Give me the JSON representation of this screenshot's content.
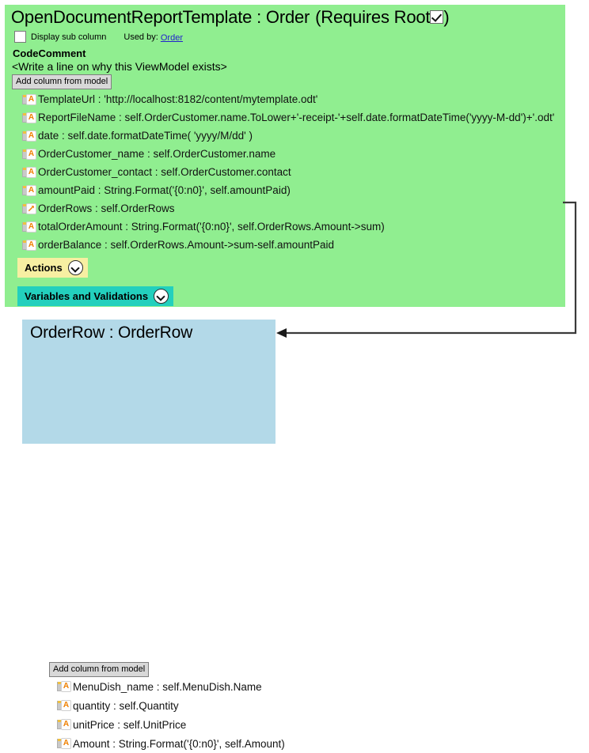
{
  "viewmodel": {
    "title_main": "OpenDocumentReportTemplate : Order",
    "title_requires_root": "(Requires Root",
    "title_close_paren": ")",
    "requires_root_checked": true,
    "display_sub_column_label": "Display sub column",
    "display_sub_column_checked": false,
    "used_by_label": "Used by:",
    "used_by_link": "Order",
    "code_comment_label": "CodeComment",
    "code_comment_text": "<Write a line on why this ViewModel exists>",
    "add_column_button": "Add column from model",
    "background_color": "#90ee90",
    "columns": [
      {
        "icon": "text-column-icon",
        "text": "TemplateUrl : 'http://localhost:8182/content/mytemplate.odt'"
      },
      {
        "icon": "text-column-icon",
        "text": "ReportFileName : self.OrderCustomer.name.ToLower+'-receipt-'+self.date.formatDateTime('yyyy-M-dd')+'.odt'"
      },
      {
        "icon": "text-column-icon",
        "text": "date : self.date.formatDateTime( 'yyyy/M/dd' )"
      },
      {
        "icon": "text-column-icon",
        "text": "OrderCustomer_name : self.OrderCustomer.name"
      },
      {
        "icon": "text-column-icon",
        "text": "OrderCustomer_contact : self.OrderCustomer.contact"
      },
      {
        "icon": "text-column-icon",
        "text": "amountPaid : String.Format('{0:n0}', self.amountPaid)"
      },
      {
        "icon": "reference-column-icon",
        "text": "OrderRows : self.OrderRows"
      },
      {
        "icon": "text-column-icon",
        "text": "totalOrderAmount : String.Format('{0:n0}', self.OrderRows.Amount->sum)"
      },
      {
        "icon": "text-column-icon",
        "text": "orderBalance : self.OrderRows.Amount->sum-self.amountPaid"
      }
    ],
    "chips": [
      {
        "label": "Actions",
        "color": "#f7efa2"
      },
      {
        "label": "Variables and Validations",
        "color": "#23d0bd"
      }
    ]
  },
  "subviewmodel": {
    "title": "OrderRow : OrderRow",
    "add_column_button": "Add column from model",
    "background_color": "#b3d9e8",
    "columns": [
      {
        "icon": "text-column-icon",
        "text": "MenuDish_name : self.MenuDish.Name"
      },
      {
        "icon": "text-column-icon",
        "text": "quantity : self.Quantity"
      },
      {
        "icon": "text-column-icon",
        "text": "unitPrice : self.UnitPrice"
      },
      {
        "icon": "text-column-icon",
        "text": "Amount : String.Format('{0:n0}', self.Amount)"
      }
    ]
  },
  "connector": {
    "name": "orderrows-to-orderrow-connector",
    "color": "#3a3a3a"
  }
}
